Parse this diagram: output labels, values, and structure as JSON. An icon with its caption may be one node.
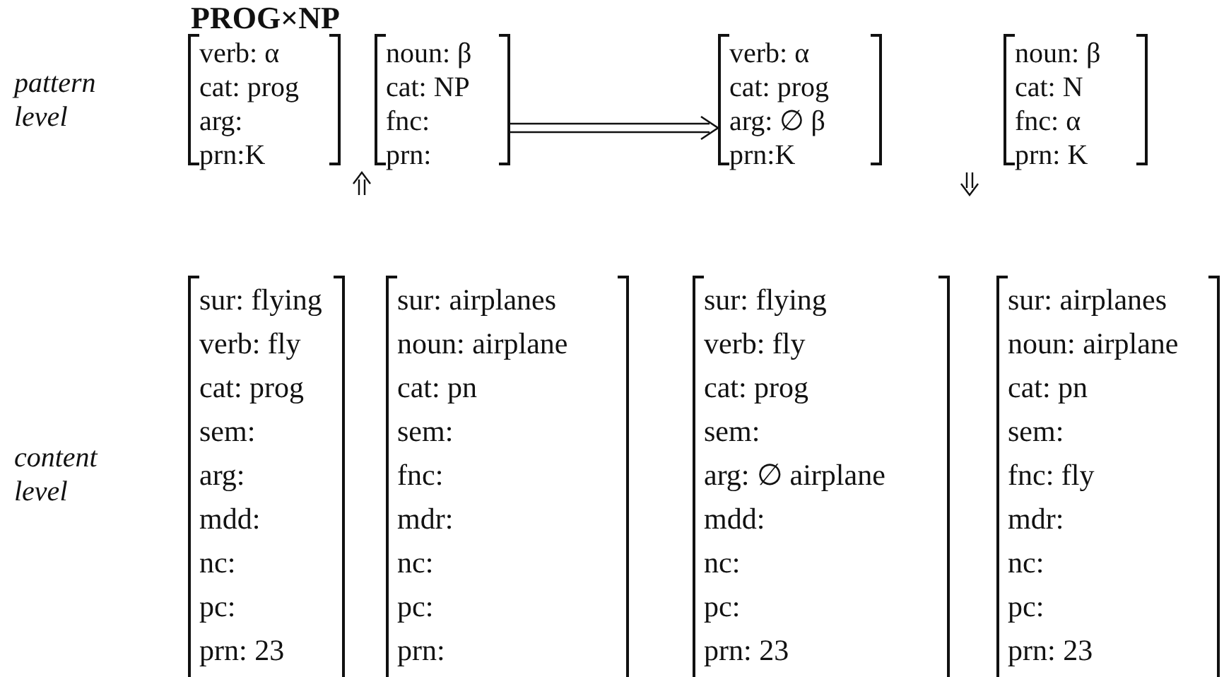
{
  "diagram": {
    "nodes": [
      {
        "text": [
          "PROG×NP",
          "verb: α",
          "cat: prog",
          "arg:",
          "prn:K"
        ]
      },
      {
        "text": [
          "noun: β",
          "cat: NP",
          "fnc:",
          "prn:"
        ]
      },
      {
        "text": [
          "verb: α",
          "cat: prog",
          "arg: ∅ β",
          "prn:K"
        ]
      },
      {
        "text": [
          "noun: β",
          "cat: N",
          "fnc: α",
          "prn: K"
        ]
      },
      {
        "text": [
          "sur: flying",
          "verb: fly",
          "cat: prog",
          "sem:",
          "arg:",
          "mdd:",
          "nc:",
          "pc:",
          "prn: 23"
        ]
      },
      {
        "text": [
          "sur: airplanes",
          "noun: airplane",
          "cat: pn",
          "sem:",
          "fnc:",
          "mdr:",
          "nc:",
          "pc:",
          "prn:"
        ]
      },
      {
        "text": [
          "sur: flying",
          "verb: fly",
          "cat: prog",
          "sem:",
          "arg: ∅ airplane",
          "mdd:",
          "nc:",
          "pc:",
          "prn: 23"
        ]
      },
      {
        "text": [
          "sur: airplanes",
          "noun: airplane",
          "cat: pn",
          "sem:",
          "fnc: fly",
          "mdr:",
          "nc:",
          "pc:",
          "prn: 23"
        ]
      }
    ],
    "edges": [
      {
        "from": 1,
        "to": 2,
        "arrow": "to"
      }
    ],
    "labels": [
      "pattern level",
      "content level"
    ]
  }
}
